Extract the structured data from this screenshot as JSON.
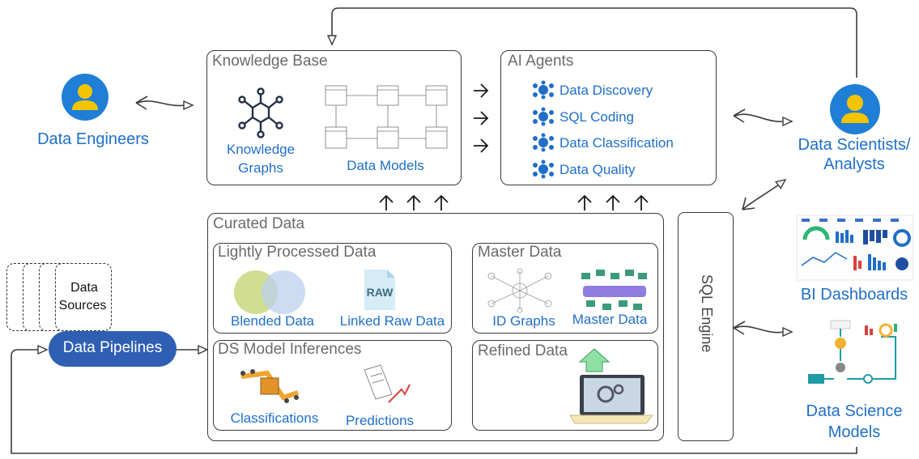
{
  "actors": {
    "data_engineers": "Data Engineers",
    "data_scientists_line1": "Data Scientists/",
    "data_scientists_line2": "Analysts"
  },
  "knowledge_base": {
    "title": "Knowledge Base",
    "knowledge_graphs_line1": "Knowledge",
    "knowledge_graphs_line2": "Graphs",
    "data_models": "Data Models"
  },
  "ai_agents": {
    "title": "AI Agents",
    "items": [
      "Data Discovery",
      "SQL Coding",
      "Data Classification",
      "Data Quality"
    ]
  },
  "curated_data": {
    "title": "Curated Data",
    "lightly_processed": {
      "title": "Lightly Processed Data",
      "blended": "Blended Data",
      "linked_raw": "Linked Raw Data",
      "raw_icon_text": "RAW"
    },
    "master_data": {
      "title": "Master Data",
      "id_graphs": "ID Graphs",
      "master": "Master Data"
    },
    "ds_model_inferences": {
      "title": "DS Model Inferences",
      "classifications": "Classifications",
      "predictions": "Predictions"
    },
    "refined_data": {
      "title": "Refined Data"
    }
  },
  "sql_engine": "SQL Engine",
  "data_sources_line1": "Data",
  "data_sources_line2": "Sources",
  "data_pipelines": "Data Pipelines",
  "bi_dashboards": "BI Dashboards",
  "ds_models_line1": "Data Science",
  "ds_models_line2": "Models",
  "colors": {
    "accent_blue": "#1f6fc9",
    "pipeline_fill": "#2f5fb3",
    "avatar_blue": "#1f7fd6",
    "avatar_yellow": "#f5c400",
    "border": "#3a3a3a"
  }
}
